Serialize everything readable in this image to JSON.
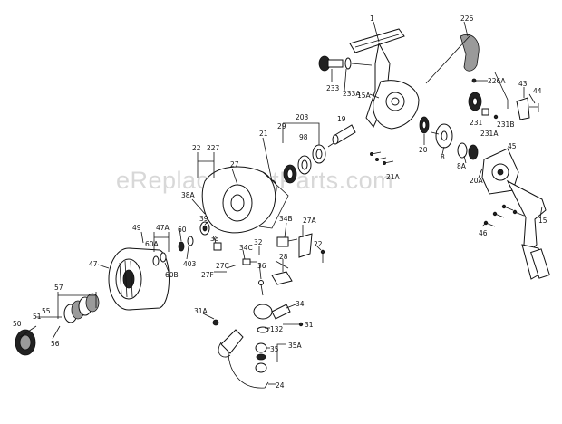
{
  "watermark": "eReplacementParts.com",
  "labels": [
    {
      "id": "l1",
      "text": "1"
    },
    {
      "id": "l226",
      "text": "226"
    },
    {
      "id": "l226a",
      "text": "226A"
    },
    {
      "id": "l233",
      "text": "233"
    },
    {
      "id": "l233a",
      "text": "233A"
    },
    {
      "id": "l15a",
      "text": "15A"
    },
    {
      "id": "l43",
      "text": "43"
    },
    {
      "id": "l44",
      "text": "44"
    },
    {
      "id": "l231",
      "text": "231"
    },
    {
      "id": "l231a",
      "text": "231A"
    },
    {
      "id": "l231b",
      "text": "231B"
    },
    {
      "id": "l45",
      "text": "45"
    },
    {
      "id": "l203",
      "text": "203"
    },
    {
      "id": "l29",
      "text": "29"
    },
    {
      "id": "l19",
      "text": "19"
    },
    {
      "id": "l98",
      "text": "98"
    },
    {
      "id": "l21",
      "text": "21"
    },
    {
      "id": "l20",
      "text": "20"
    },
    {
      "id": "l8",
      "text": "8"
    },
    {
      "id": "l8a",
      "text": "8A"
    },
    {
      "id": "l20a",
      "text": "20A"
    },
    {
      "id": "l21a",
      "text": "21A"
    },
    {
      "id": "l22a",
      "text": "22"
    },
    {
      "id": "l227",
      "text": "227"
    },
    {
      "id": "l27",
      "text": "27"
    },
    {
      "id": "l38a",
      "text": "38A"
    },
    {
      "id": "l38",
      "text": "38"
    },
    {
      "id": "l39",
      "text": "39"
    },
    {
      "id": "l34b",
      "text": "34B"
    },
    {
      "id": "l27a",
      "text": "27A"
    },
    {
      "id": "l22b",
      "text": "22"
    },
    {
      "id": "l49",
      "text": "49"
    },
    {
      "id": "l47a",
      "text": "47A"
    },
    {
      "id": "l60a",
      "text": "60A"
    },
    {
      "id": "l60",
      "text": "60"
    },
    {
      "id": "l403",
      "text": "403"
    },
    {
      "id": "l60b",
      "text": "60B"
    },
    {
      "id": "l47",
      "text": "47"
    },
    {
      "id": "l34c",
      "text": "34C"
    },
    {
      "id": "l32",
      "text": "32"
    },
    {
      "id": "l36",
      "text": "36"
    },
    {
      "id": "l27c",
      "text": "27C"
    },
    {
      "id": "l27f",
      "text": "27F"
    },
    {
      "id": "l28",
      "text": "28"
    },
    {
      "id": "l15",
      "text": "15"
    },
    {
      "id": "l46",
      "text": "46"
    },
    {
      "id": "l57",
      "text": "57"
    },
    {
      "id": "l51",
      "text": "51"
    },
    {
      "id": "l55",
      "text": "55"
    },
    {
      "id": "l56",
      "text": "56"
    },
    {
      "id": "l50",
      "text": "50"
    },
    {
      "id": "l31a",
      "text": "31A"
    },
    {
      "id": "l34",
      "text": "34"
    },
    {
      "id": "l132",
      "text": "132"
    },
    {
      "id": "l31",
      "text": "31"
    },
    {
      "id": "l35",
      "text": "35"
    },
    {
      "id": "l35a",
      "text": "35A"
    },
    {
      "id": "l24",
      "text": "24"
    }
  ]
}
